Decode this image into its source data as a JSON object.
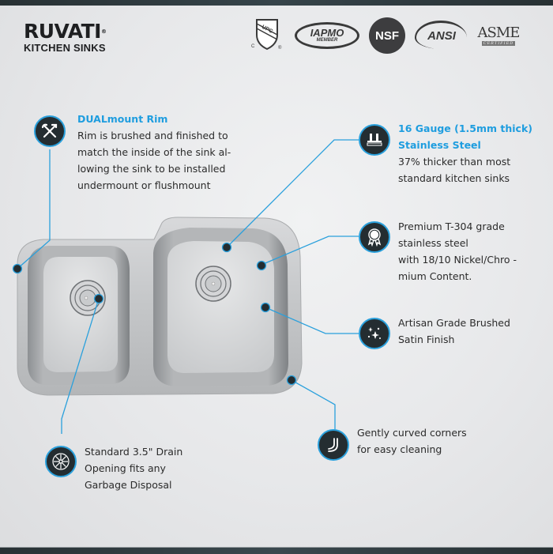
{
  "brand": {
    "name": "RUVATI",
    "registered": "®",
    "subtitle": "KITCHEN SINKS"
  },
  "certifications": [
    {
      "name": "UPC",
      "label": "UPC",
      "marks": [
        "C",
        "®"
      ]
    },
    {
      "name": "IAPMO",
      "label": "IAPMO",
      "sub": "MEMBER"
    },
    {
      "name": "NSF",
      "label": "NSF"
    },
    {
      "name": "ANSI",
      "label": "ANSI"
    },
    {
      "name": "ASME",
      "label": "ASME",
      "sub": "CERTIFIED"
    }
  ],
  "features": [
    {
      "id": "dualmount-rim",
      "icon": "tools-icon",
      "title": "DUALmount Rim",
      "lines": [
        "Rim is brushed and finished to",
        "match the inside of the sink al-",
        "lowing the sink to be installed",
        "undermount or flushmount"
      ]
    },
    {
      "id": "gauge",
      "icon": "gauge-thickness-icon",
      "title_lines": [
        "16 Gauge (1.5mm thick)",
        "Stainless Steel"
      ],
      "lines": [
        "37% thicker than most",
        "standard kitchen sinks"
      ]
    },
    {
      "id": "t304",
      "icon": "award-ribbon-icon",
      "lines": [
        "Premium T-304 grade",
        "stainless steel",
        "with 18/10 Nickel/Chro -",
        "mium Content."
      ]
    },
    {
      "id": "satin",
      "icon": "sparkle-icon",
      "lines": [
        "Artisan Grade Brushed",
        "Satin Finish"
      ]
    },
    {
      "id": "corners",
      "icon": "curved-corner-icon",
      "lines": [
        "Gently curved corners",
        "for easy cleaning"
      ]
    },
    {
      "id": "drain",
      "icon": "drain-icon",
      "lines": [
        "Standard 3.5\" Drain",
        "Opening fits any",
        "Garbage Disposal"
      ]
    }
  ],
  "colors": {
    "accent": "#1e9ddf",
    "icon_bg": "#242d31",
    "text": "#2b2b2b",
    "bar": "#2f3a3e"
  }
}
